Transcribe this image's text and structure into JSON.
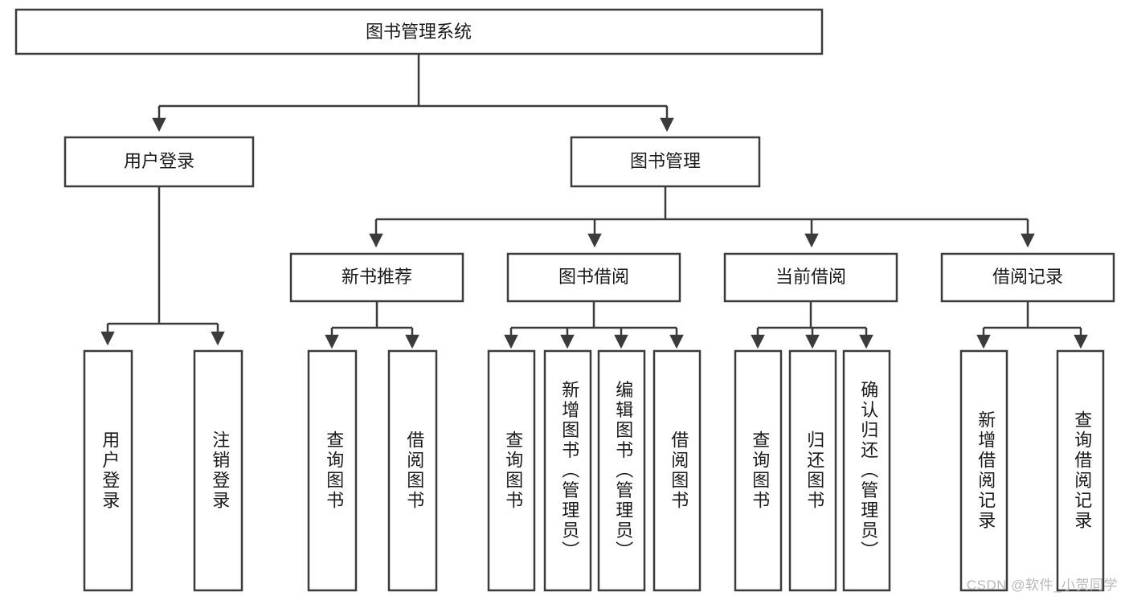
{
  "diagram": {
    "type": "tree-hierarchy",
    "title": "图书管理系统",
    "watermark": "CSDN @软件_小贺同学",
    "colors": {
      "stroke": "#3b3b3b",
      "fill": "#ffffff",
      "text": "#1a1a1a",
      "watermark": "#b8b8b8"
    },
    "levels": {
      "root": {
        "label": "图书管理系统"
      },
      "level2": [
        {
          "label": "用户登录"
        },
        {
          "label": "图书管理"
        }
      ],
      "level3": [
        {
          "label": "新书推荐"
        },
        {
          "label": "图书借阅"
        },
        {
          "label": "当前借阅"
        },
        {
          "label": "借阅记录"
        }
      ],
      "leaves": {
        "user_login": [
          {
            "label": "用户登录"
          },
          {
            "label": "注销登录"
          }
        ],
        "new_book_recommend": [
          {
            "label": "查询图书"
          },
          {
            "label": "借阅图书"
          }
        ],
        "book_borrow": [
          {
            "label": "查询图书"
          },
          {
            "label": "新增图书（管理员）"
          },
          {
            "label": "编辑图书（管理员）"
          },
          {
            "label": "借阅图书"
          }
        ],
        "current_borrow": [
          {
            "label": "查询图书"
          },
          {
            "label": "归还图书"
          },
          {
            "label": "确认归还（管理员）"
          }
        ],
        "borrow_records": [
          {
            "label": "新增借阅记录"
          },
          {
            "label": "查询借阅记录"
          }
        ]
      }
    }
  }
}
